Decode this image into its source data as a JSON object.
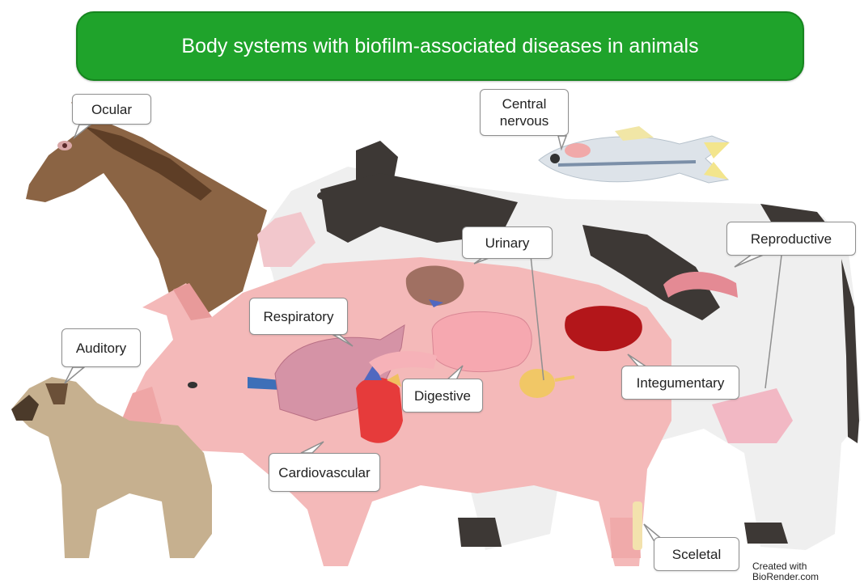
{
  "title": "Body systems with biofilm-associated diseases in animals",
  "labels": {
    "ocular": "Ocular",
    "central_nervous": "Central\nnervous",
    "urinary": "Urinary",
    "reproductive": "Reproductive",
    "respiratory": "Respiratory",
    "auditory": "Auditory",
    "digestive": "Digestive",
    "integumentary": "Integumentary",
    "cardiovascular": "Cardiovascular",
    "skeletal": "Sceletal"
  },
  "credit": "Created with\nBioRender.com",
  "colors": {
    "banner": "#1fa32b",
    "horse": "#8b6444",
    "cow_patch": "#3d3835",
    "pig": "#f4b9b9",
    "dog": "#c6b08f"
  }
}
